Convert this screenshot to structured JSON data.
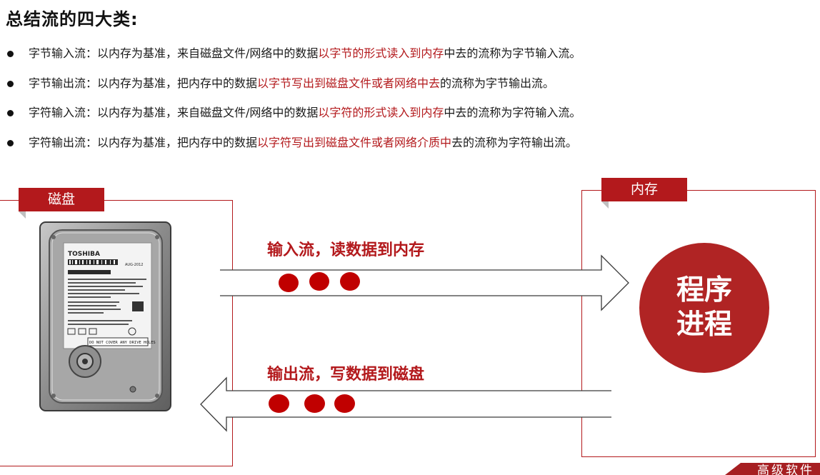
{
  "title": "总结流的四大类:",
  "bullets": [
    {
      "before": "字节输入流：以内存为基准，来自磁盘文件/网络中的数据",
      "highlight": "以字节的形式读入到内存",
      "after": "中去的流称为字节输入流。"
    },
    {
      "before": "字节输出流：以内存为基准，把内存中的数据",
      "highlight": "以字节写出到磁盘文件或者网络中去",
      "after": "的流称为字节输出流。"
    },
    {
      "before": "字符输入流：以内存为基准，来自磁盘文件/网络中的数据",
      "highlight": "以字符的形式读入到内存",
      "after": "中去的流称为字符输入流。"
    },
    {
      "before": "字符输出流：以内存为基准，把内存中的数据",
      "highlight": "以字符写出到磁盘文件或者网络介质中",
      "after": "去的流称为字符输出流。"
    }
  ],
  "disk_panel": {
    "label": "磁盘"
  },
  "memory_panel": {
    "label": "内存"
  },
  "input_flow": {
    "label": "输入流，读数据到内存"
  },
  "output_flow": {
    "label": "输出流，写数据到磁盘"
  },
  "process": {
    "line1": "程序",
    "line2": "进程"
  },
  "hdd": {
    "brand": "TOSHIBA",
    "warning": "DO NOT COVER ANY DRIVE HOLES",
    "date": "AUG-2012"
  },
  "footer": {
    "text": "高级软件"
  },
  "colors": {
    "accent": "#b3191c",
    "circle": "#b02424",
    "dot": "#c00000"
  }
}
